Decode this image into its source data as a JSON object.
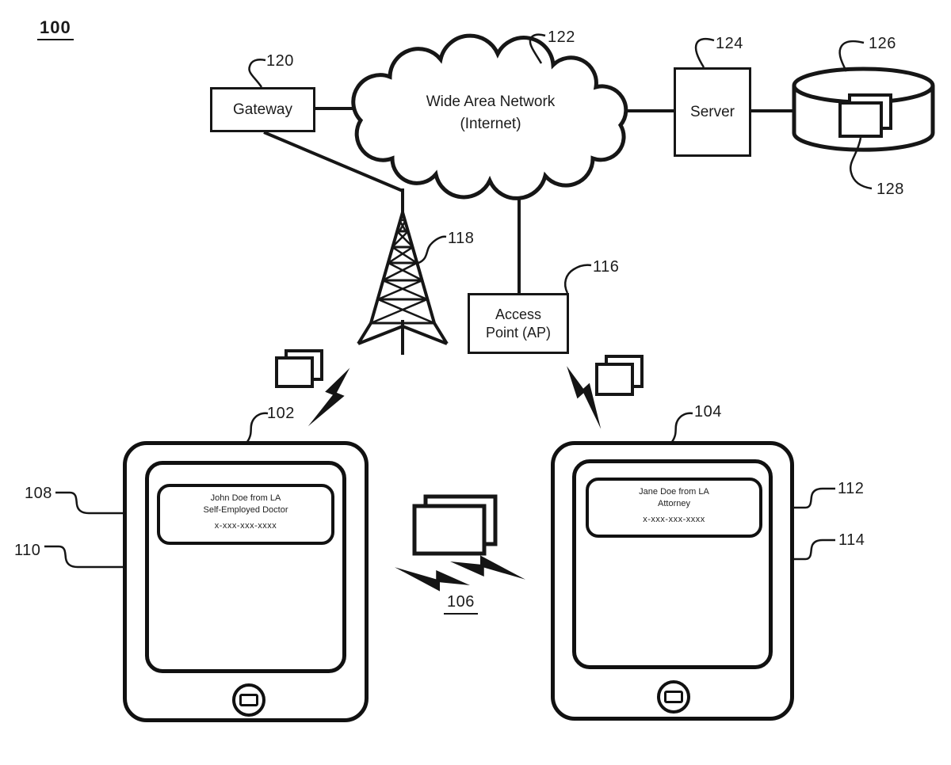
{
  "figure": {
    "number": "100"
  },
  "ink_color": "#161616",
  "nodes": {
    "gateway": {
      "label": "Gateway",
      "ref": "120"
    },
    "wan": {
      "line1": "Wide Area Network",
      "line2": "(Internet)",
      "ref": "122"
    },
    "server": {
      "label": "Server",
      "ref": "124"
    },
    "database": {
      "ref": "126"
    },
    "stored_documents": {
      "ref": "128"
    },
    "access_point": {
      "line1": "Access",
      "line2": "Point (AP)",
      "ref": "116"
    },
    "cell_tower": {
      "ref": "118"
    },
    "device_a": {
      "ref": "102",
      "card_ref": "108",
      "screen_ref": "110",
      "card": {
        "line1": "John Doe from LA",
        "line2": "Self-Employed Doctor",
        "line3": "x-xxx-xxx-xxxx"
      }
    },
    "device_b": {
      "ref": "104",
      "card_ref": "112",
      "screen_ref": "114",
      "card": {
        "line1": "Jane Doe from LA",
        "line2": "Attorney",
        "line3": "x-xxx-xxx-xxxx"
      }
    },
    "p2p_exchange": {
      "ref": "106"
    }
  }
}
